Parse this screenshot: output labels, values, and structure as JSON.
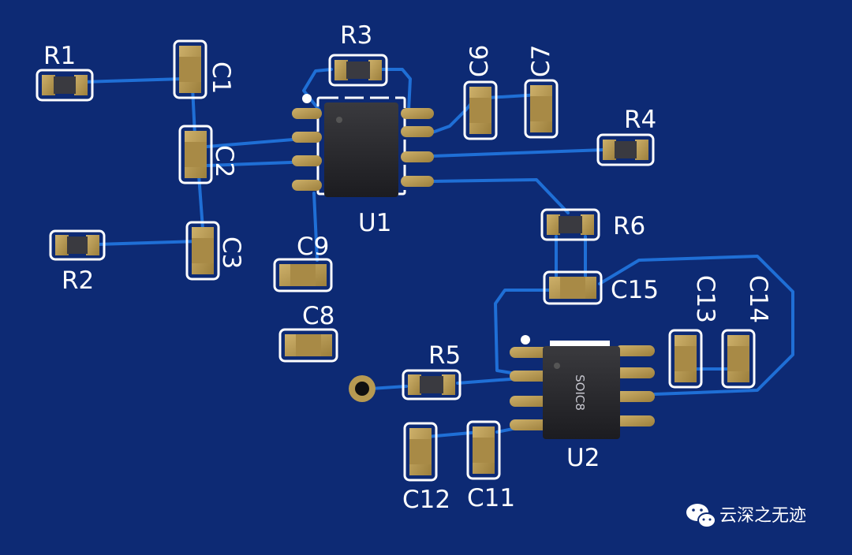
{
  "board": {
    "background": "#0d2a74",
    "trace_color": "#1f6fd6",
    "pad_color": "#b79a52",
    "silk_color": "#ffffff"
  },
  "labels": {
    "R1": "R1",
    "R2": "R2",
    "R3": "R3",
    "R4": "R4",
    "R5": "R5",
    "R6": "R6",
    "C1": "C1",
    "C2": "C2",
    "C3": "C3",
    "C6": "C6",
    "C7": "C7",
    "C8": "C8",
    "C9": "C9",
    "C11": "C11",
    "C12": "C12",
    "C13": "C13",
    "C14": "C14",
    "C15": "C15",
    "U1": "U1",
    "U2": "U2",
    "U2_marking": "SOIC8"
  },
  "watermark": {
    "icon": "wechat-icon",
    "text": "云深之无迹"
  }
}
